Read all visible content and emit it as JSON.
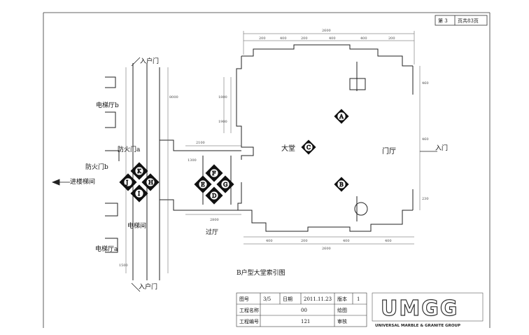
{
  "page": {
    "sheet_no": "第 3",
    "sheet_total": "页共83页"
  },
  "labels": {
    "entry_top": "入户门",
    "entry_bottom": "入户门",
    "entry_right": "入门",
    "elevator_b": "电梯厅b",
    "elevator_a": "电梯厅a",
    "fire_door_a": "防火门a",
    "fire_door_b": "防火门b",
    "stair": "进楼梯间",
    "mech_room": "电梯间",
    "hall": "大堂",
    "foyer": "门厅",
    "corridor": "过厅"
  },
  "markers": {
    "A": "A",
    "B": "B",
    "C": "C",
    "D": "D",
    "E": "E",
    "F": "F",
    "G": "G",
    "H": "H",
    "I": "I",
    "J": "J",
    "K": "K"
  },
  "dims": {
    "top_total": "2600",
    "top_a": "200",
    "top_b": "400",
    "top_c": "200",
    "top_d": "400",
    "top_e": "400",
    "top_f": "200",
    "right_a": "460",
    "right_b": "460",
    "right_c": "230",
    "bot_total": "2600",
    "bot_a": "400",
    "bot_b": "200",
    "bot_c": "400",
    "bot_d": "400",
    "left_a": "1800",
    "left_b": "1900",
    "mid_a": "2100",
    "mid_b": "2800",
    "mid_c": "1300",
    "col_a": "8000",
    "col_b": "1500"
  },
  "caption": "B户型大堂索引图",
  "title_block": {
    "r1": {
      "c1": "图号",
      "c2": "3/5",
      "c3": "日期",
      "c4": "2011.11.23",
      "c5": "版本",
      "c6": "1"
    },
    "r2": {
      "c1": "工程名称",
      "c2": "00",
      "c3": "绘图",
      "c4": ""
    },
    "r3": {
      "c1": "工程编号",
      "c2": "121",
      "c3": "审核",
      "c4": ""
    }
  },
  "logo": {
    "mark": "UMGG",
    "tagline": "UNIVERSAL MARBLE & GRANITE GROUP"
  }
}
